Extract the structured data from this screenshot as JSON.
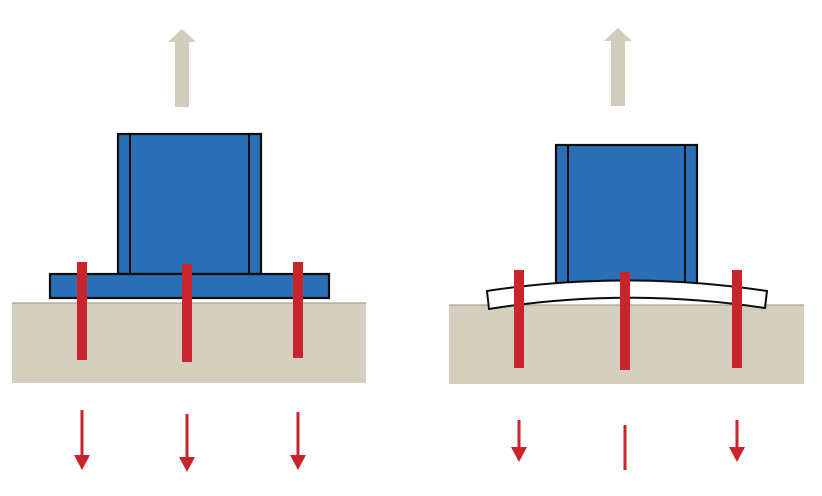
{
  "colors": {
    "background": "#ffffff",
    "ground": "#d4cfbf",
    "ground_line": "#a8a393",
    "load_arrow": "#d2ccba",
    "column_fill": "#2a6eb6",
    "outline": "#0d0d0d",
    "anchor": "#c9232b",
    "deformed_plate": "#ffffff"
  },
  "panels": [
    {
      "id": "rigid",
      "plate_state": "rigid",
      "anchor_forces": [
        "arrow-down",
        "arrow-down",
        "arrow-down"
      ]
    },
    {
      "id": "flexible",
      "plate_state": "bent",
      "anchor_forces": [
        "arrow-down",
        "no-arrowhead",
        "arrow-down"
      ]
    }
  ]
}
